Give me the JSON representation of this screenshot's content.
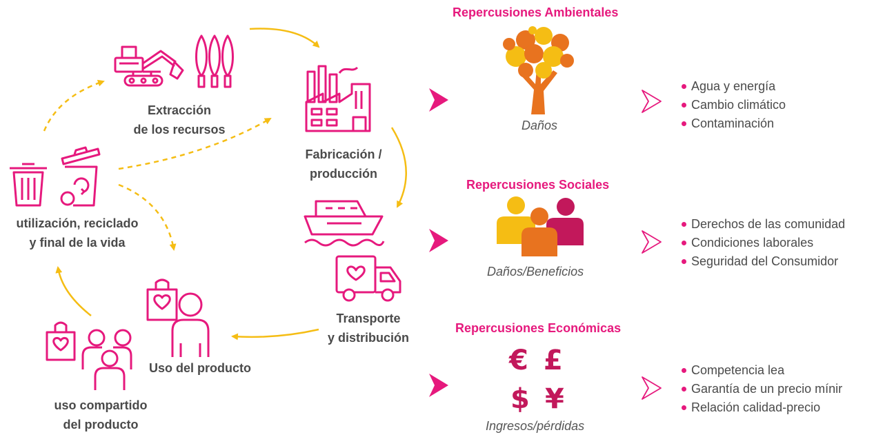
{
  "cycle": {
    "extraction": [
      "Extracción",
      "de los recursos"
    ],
    "manufacturing": [
      "Fabricación /",
      "producción"
    ],
    "transport": [
      "Transporte",
      "y distribución"
    ],
    "use": "Uso del producto",
    "shared_use": [
      "uso compartido",
      "del producto"
    ],
    "end_of_life": [
      "utilización, reciclado",
      "y final de la vida"
    ]
  },
  "impacts": [
    {
      "heading": "Repercusiones Ambientales",
      "caption": "Daños",
      "icon": "tree-icon",
      "items": [
        "Agua y energía",
        "Cambio climático",
        "Contaminación"
      ]
    },
    {
      "heading": "Repercusiones Sociales",
      "caption": "Daños/Beneficios",
      "icon": "people-icon",
      "items": [
        "Derechos de las comunidad",
        "Condiciones laborales",
        "Seguridad del Consumidor"
      ]
    },
    {
      "heading": "Repercusiones Económicas",
      "caption": "Ingresos/pérdidas",
      "icon": "currency-icon",
      "symbols": [
        "€",
        "£",
        "$",
        "¥"
      ],
      "items": [
        "Competencia lea",
        "Garantía de un precio mínir",
        "Relación calidad-precio"
      ]
    }
  ],
  "colors": {
    "pink": "#e6197d",
    "dark_pink": "#c2185b",
    "orange": "#e8731f",
    "yellow": "#f5bd14",
    "text": "#4a4a4a"
  }
}
